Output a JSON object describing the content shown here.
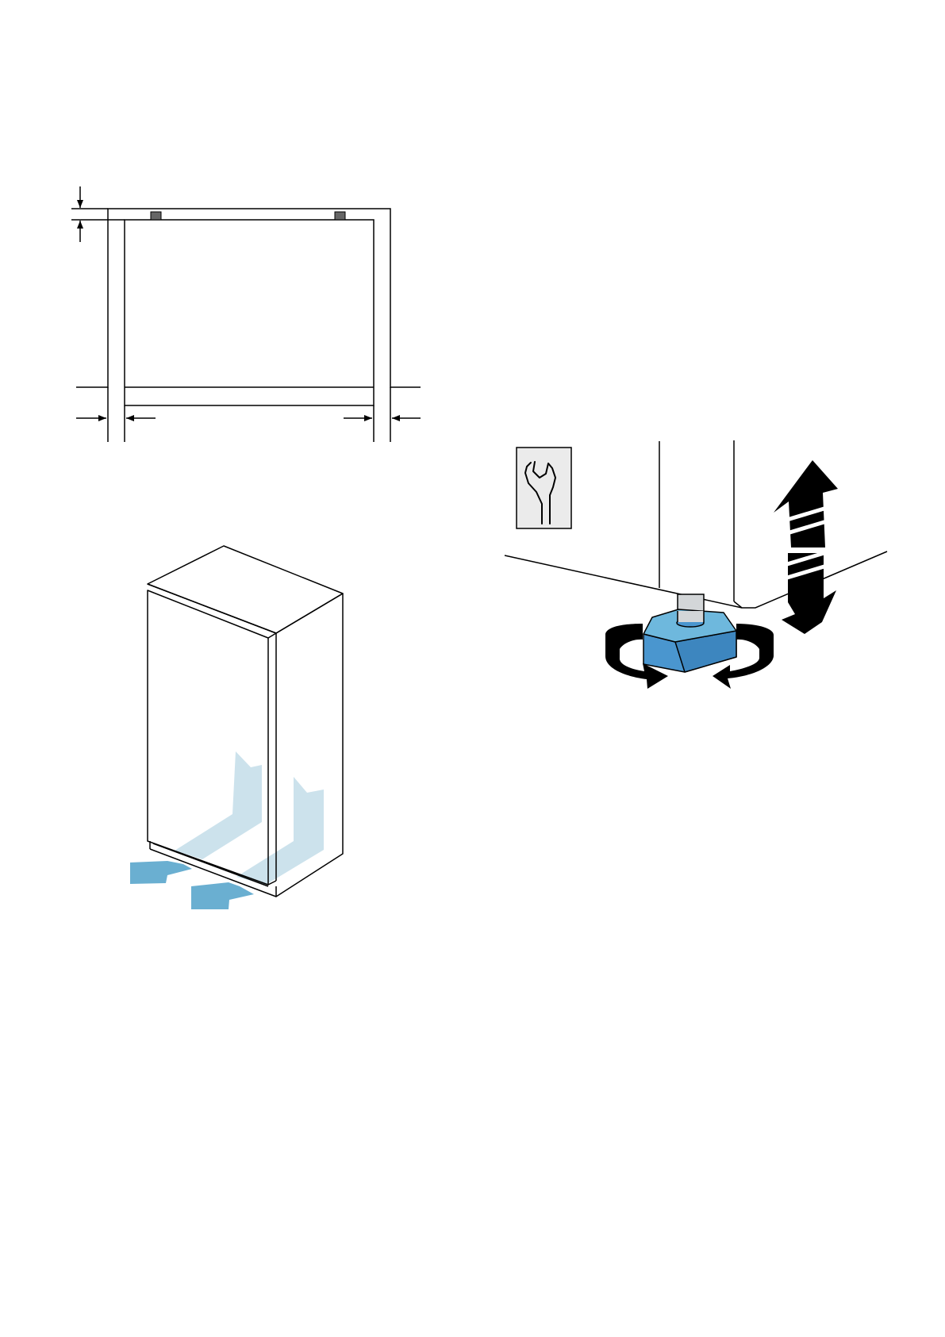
{
  "page": {
    "background": "#ffffff"
  },
  "colors": {
    "line": "#000000",
    "spacer": "#666666",
    "airflow_light": "#c3dde9",
    "airflow_dark": "#6aafd1",
    "foot_top": "#6eb8dd",
    "foot_side": "#4a96cf",
    "foot_side_dark": "#3d86bf",
    "post_grey": "#d3d6d8",
    "wrench_bg": "#ebebeb"
  },
  "figures": [
    {
      "name": "niche-clearance-diagram"
    },
    {
      "name": "appliance-airflow-diagram"
    },
    {
      "name": "adjustable-foot-diagram",
      "icon": "wrench-icon"
    }
  ]
}
